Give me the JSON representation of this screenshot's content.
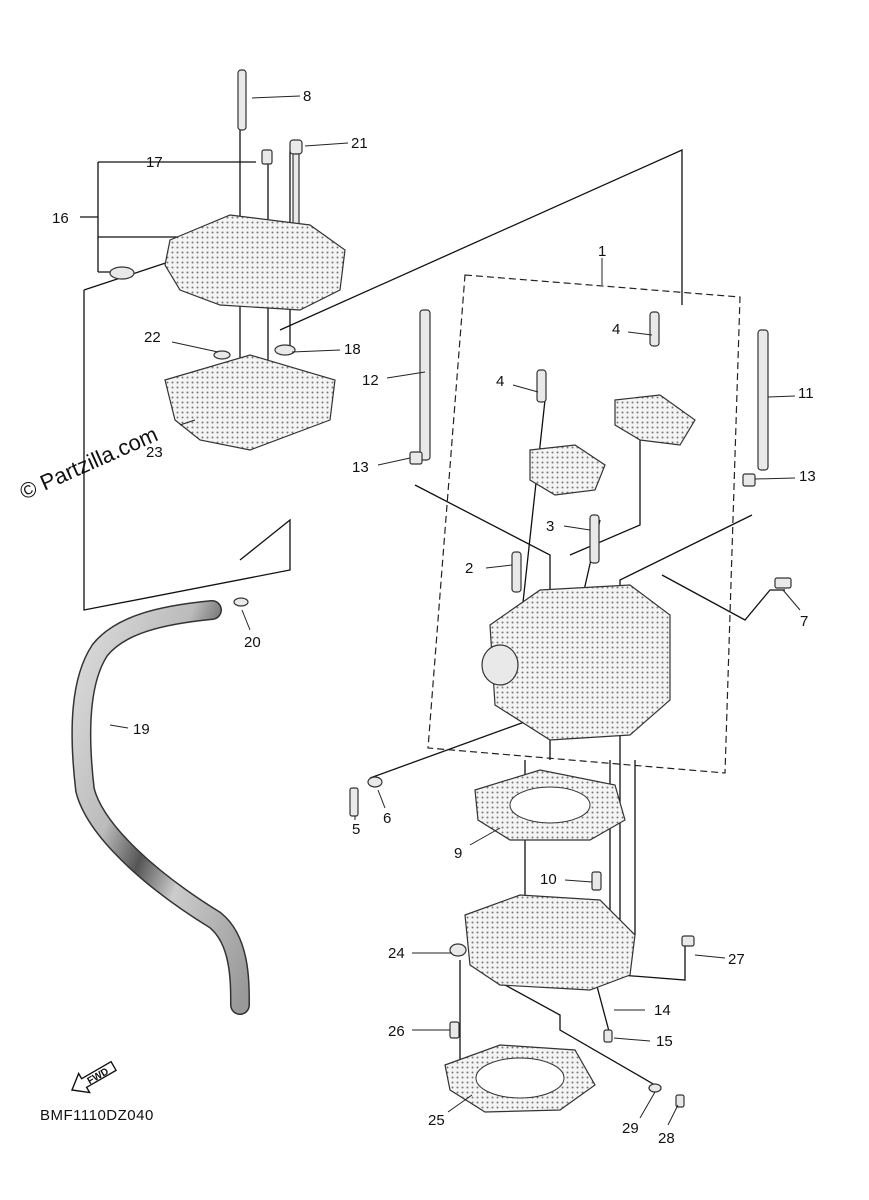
{
  "watermark": "© Partzilla.com",
  "diagram_code": "BMF1110DZ040",
  "fwd_label": "FWD",
  "callouts": [
    "1",
    "2",
    "3",
    "4",
    "4",
    "5",
    "6",
    "7",
    "8",
    "9",
    "10",
    "11",
    "12",
    "13",
    "13",
    "14",
    "15",
    "16",
    "17",
    "18",
    "19",
    "20",
    "21",
    "22",
    "23",
    "24",
    "25",
    "26",
    "27",
    "28",
    "29"
  ]
}
